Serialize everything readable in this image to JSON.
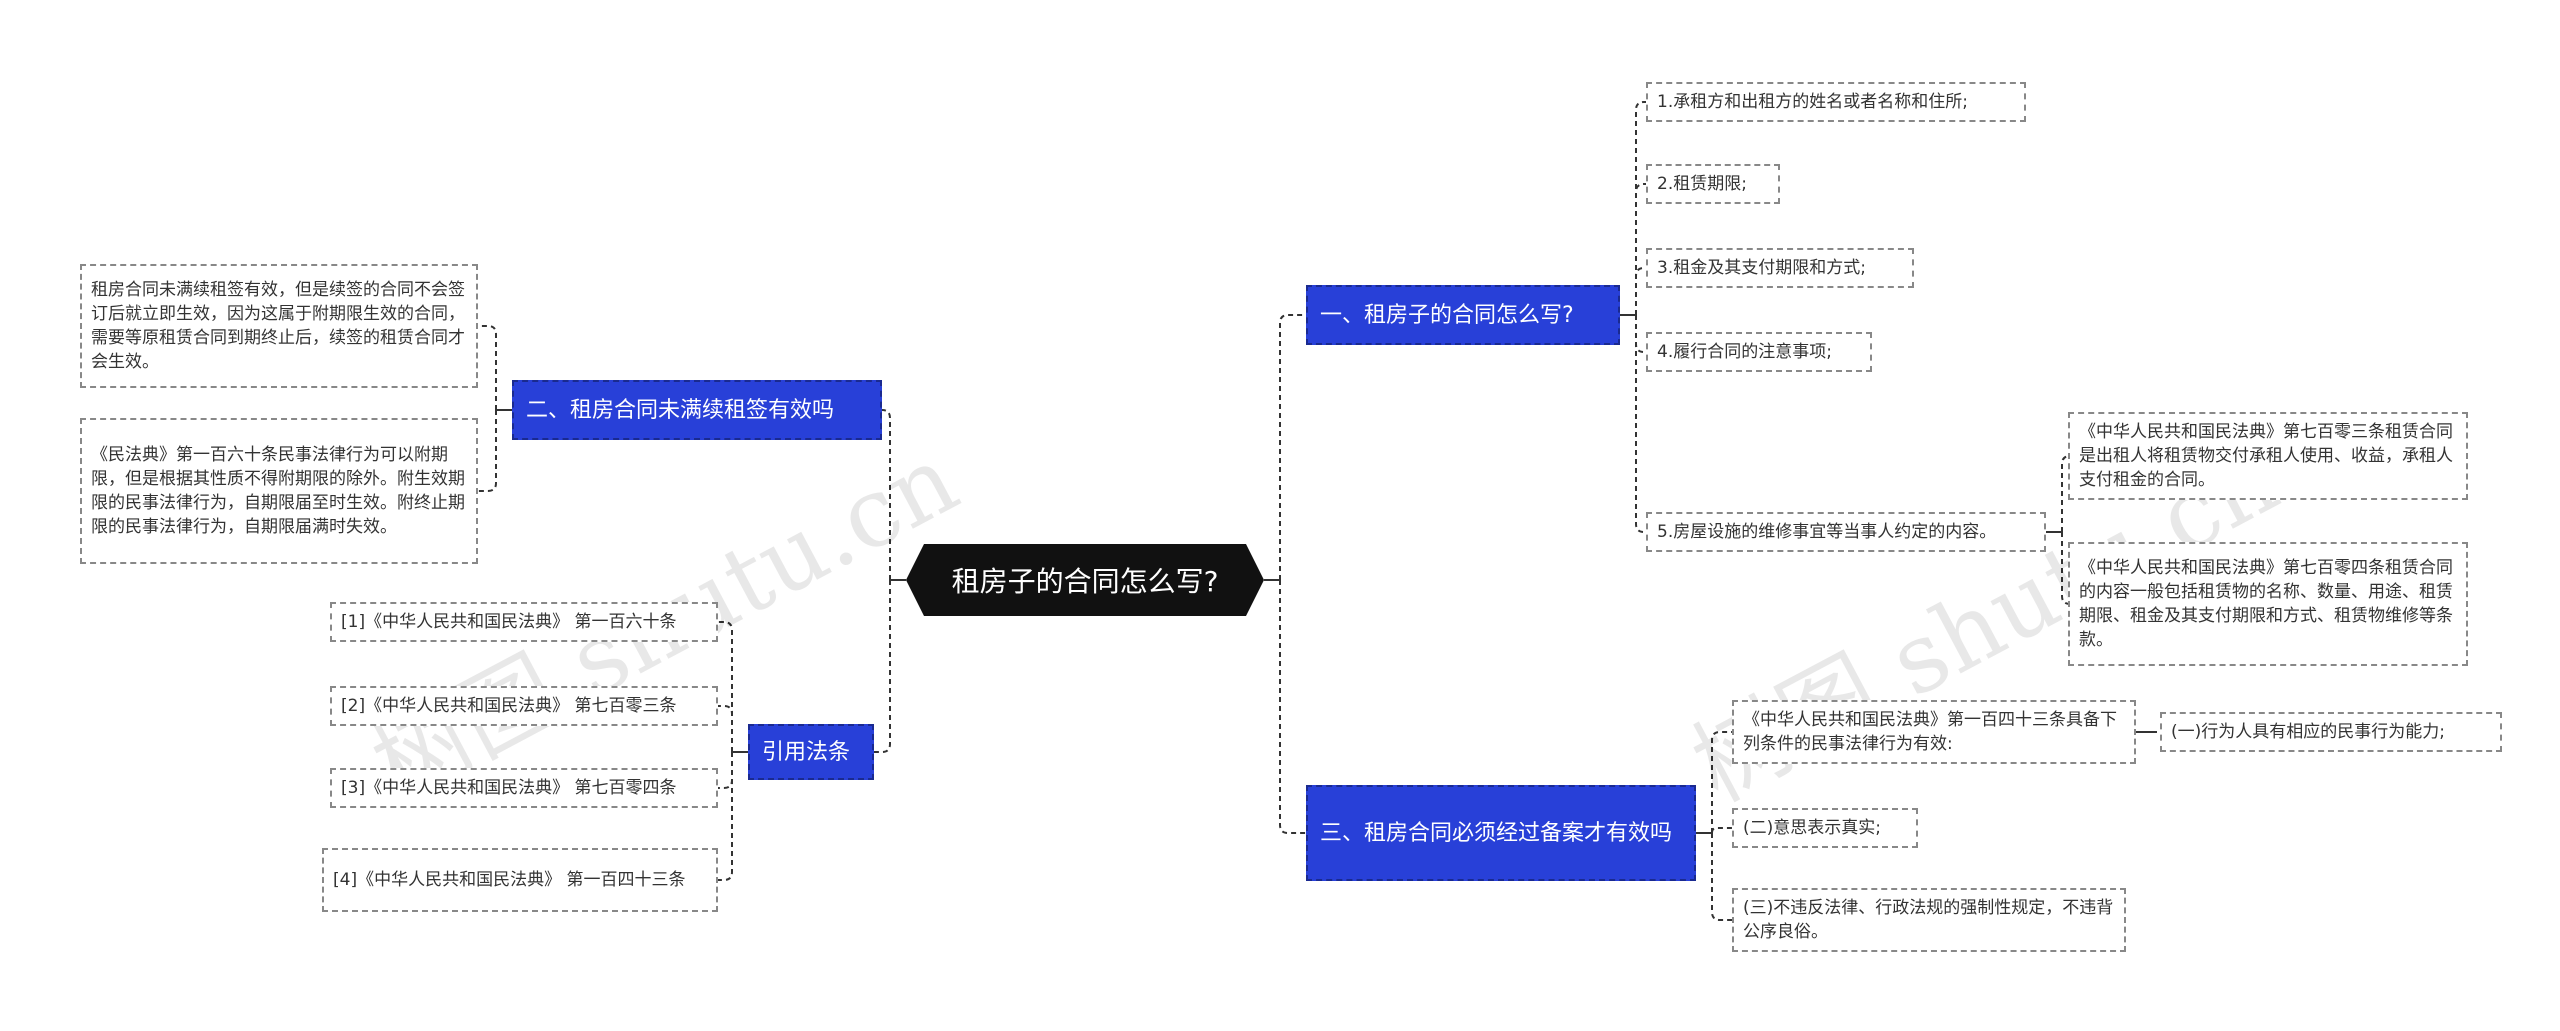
{
  "root": {
    "label": "租房子的合同怎么写?"
  },
  "branches": {
    "b1": {
      "label": "一、租房子的合同怎么写?"
    },
    "b2": {
      "label": "二、租房合同未满续租签有效吗"
    },
    "b3": {
      "label": "三、租房合同必须经过备案才有效吗"
    },
    "b4": {
      "label": "引用法条"
    }
  },
  "leaves": {
    "b1_1": "1.承租方和出租方的姓名或者名称和住所;",
    "b1_2": "2.租赁期限;",
    "b1_3": "3.租金及其支付期限和方式;",
    "b1_4": "4.履行合同的注意事项;",
    "b1_5": "5.房屋设施的维修事宜等当事人约定的内容。",
    "b1_5a": "《中华人民共和国民法典》第七百零三条租赁合同是出租人将租赁物交付承租人使用、收益，承租人支付租金的合同。",
    "b1_5b": "《中华人民共和国民法典》第七百零四条租赁合同的内容一般包括租赁物的名称、数量、用途、租赁期限、租金及其支付期限和方式、租赁物维修等条款。",
    "b2_1": "租房合同未满续租签有效，但是续签的合同不会签订后就立即生效，因为这属于附期限生效的合同，需要等原租赁合同到期终止后，续签的租赁合同才会生效。",
    "b2_2": "《民法典》第一百六十条民事法律行为可以附期限，但是根据其性质不得附期限的除外。附生效期限的民事法律行为，自期限届至时生效。附终止期限的民事法律行为，自期限届满时失效。",
    "b3_1": "《中华人民共和国民法典》第一百四十三条具备下列条件的民事法律行为有效:",
    "b3_1a": "(一)行为人具有相应的民事行为能力;",
    "b3_2": "(二)意思表示真实;",
    "b3_3": "(三)不违反法律、行政法规的强制性规定，不违背公序良俗。",
    "b4_1": "[1]《中华人民共和国民法典》 第一百六十条",
    "b4_2": "[2]《中华人民共和国民法典》 第七百零三条",
    "b4_3": "[3]《中华人民共和国民法典》 第七百零四条",
    "b4_4": "[4]《中华人民共和国民法典》 第一百四十三条"
  },
  "watermark": {
    "text": "树图 shutu.cn"
  },
  "colors": {
    "branch": "#2840d8",
    "root": "#111111",
    "line": "#333333"
  }
}
